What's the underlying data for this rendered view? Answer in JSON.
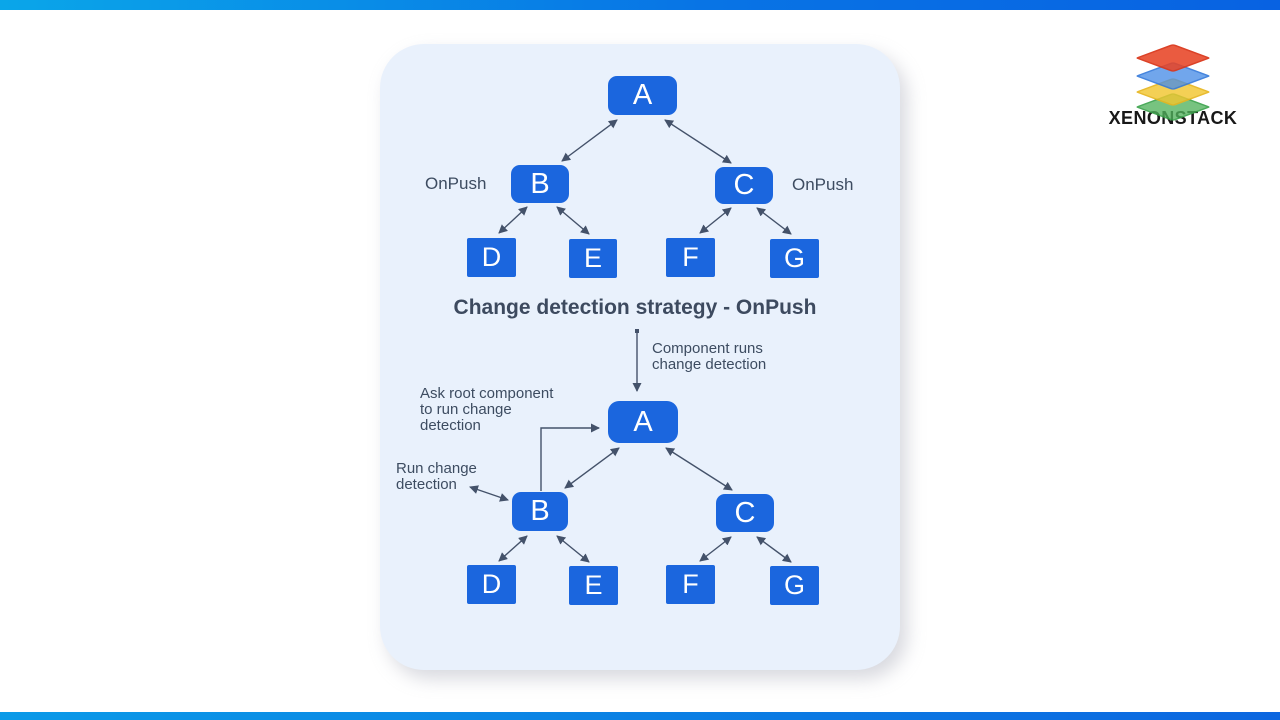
{
  "brand": {
    "name": "XENONSTACK",
    "layers": [
      {
        "name": "red-layer",
        "color": "#e74426"
      },
      {
        "name": "blue-layer",
        "color": "#498de7"
      },
      {
        "name": "yellow-layer",
        "color": "#f2c630"
      },
      {
        "name": "green-layer",
        "color": "#51b25c"
      }
    ]
  },
  "colors": {
    "node_blue": "#1b66de",
    "arrow": "#44526a",
    "panel_background": "#e9f1fc",
    "top_bar_gradient": [
      "#0aa6e9",
      "#0862e2"
    ],
    "bottom_bar_gradient": [
      "#0a9ae8",
      "#0b66e0"
    ]
  },
  "diagram": {
    "title": "Change detection strategy - OnPush",
    "top_tree": {
      "nodes": [
        "A",
        "B",
        "C",
        "D",
        "E",
        "F",
        "G"
      ],
      "left_label": "OnPush",
      "right_label": "OnPush"
    },
    "bottom_tree": {
      "nodes": [
        "A",
        "B",
        "C",
        "D",
        "E",
        "F",
        "G"
      ]
    },
    "annotations": {
      "component_runs": "Component runs\nchange detection",
      "ask_root": "Ask root component\nto run change\ndetection",
      "run_change": "Run change\ndetection"
    }
  }
}
